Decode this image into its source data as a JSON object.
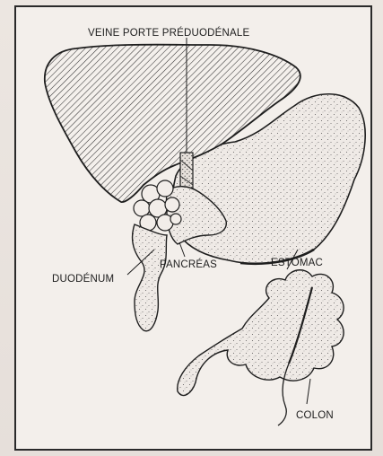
{
  "figure": {
    "labels": {
      "portal_vein": "VEINE PORTE PRÉDUODÉNALE",
      "duodenum": "DUODÉNUM",
      "pancreas": "PANCRÉAS",
      "stomach": "ESTOMAC",
      "colon": "COLON"
    }
  }
}
